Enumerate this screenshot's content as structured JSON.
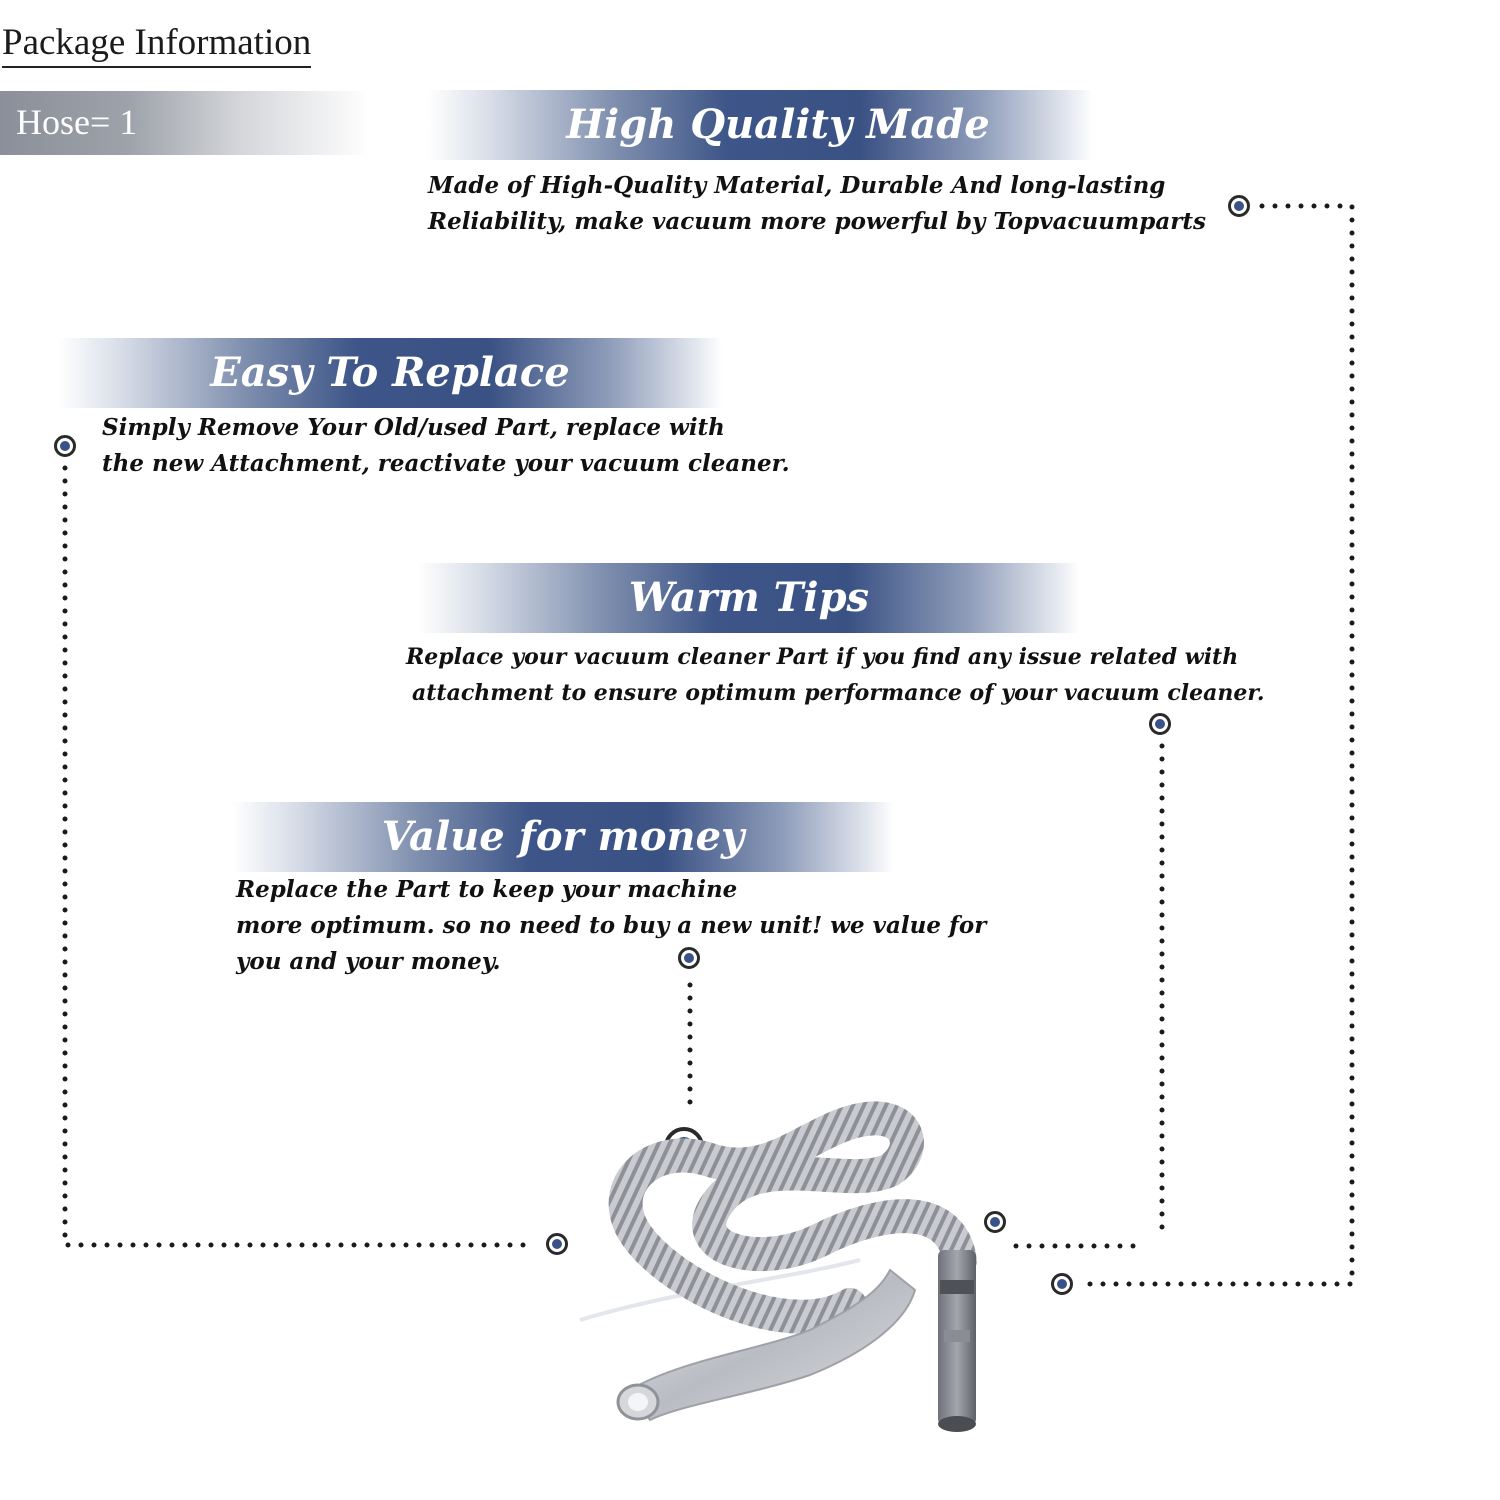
{
  "package": {
    "title": "Package Information",
    "hose_label": "Hose= 1"
  },
  "features": [
    {
      "title": "High Quality Made",
      "lines": [
        "Made of  High-Quality Material, Durable And long-lasting",
        "Reliability, make vacuum more powerful by Topvacuumparts"
      ]
    },
    {
      "title": "Easy To Replace",
      "lines": [
        "Simply Remove Your Old/used Part, replace with",
        "the new Attachment, reactivate your vacuum cleaner."
      ]
    },
    {
      "title": "Warm Tips",
      "lines": [
        "Replace your vacuum cleaner Part if you find any issue related with",
        "attachment to ensure optimum performance of your vacuum cleaner."
      ]
    },
    {
      "title": "Value for money",
      "lines": [
        "Replace the Part to keep your machine",
        "more optimum. so no need to buy a new unit! we value for",
        "you and your money."
      ]
    }
  ],
  "colors": {
    "accent_blue": "#3b5289",
    "hose_band_gray": "#8a8f99",
    "text": "#111111"
  },
  "icons": [
    "callout-marker-icon",
    "vacuum-hose-illustration"
  ]
}
